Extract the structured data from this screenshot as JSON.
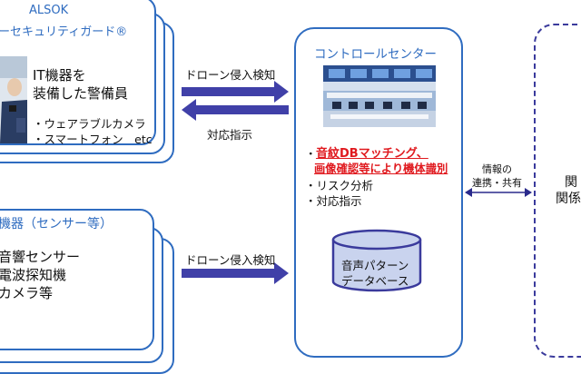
{
  "guard_box": {
    "title_line1": "ALSOK",
    "title_line2": "ーセキュリティガード®",
    "heading_line1": "IT機器を",
    "heading_line2": "装備した警備員",
    "items": [
      "・ウェアラブルカメラ",
      "・スマートフォン　etc"
    ]
  },
  "sensor_box": {
    "title": "機器（センサー等）",
    "items": [
      "音響センサー",
      "電波探知機",
      "カメラ等"
    ]
  },
  "arrows": {
    "guard_to_center": "ドローン侵入検知",
    "center_to_guard": "対応指示",
    "sensor_to_center": "ドローン侵入検知",
    "center_to_related_line1": "情報の",
    "center_to_related_line2": "連携・共有"
  },
  "control_center": {
    "title": "コントロールセンター",
    "highlight_line1": "音紋DBマッチング、",
    "highlight_line2": "画像確認等により機体識別",
    "bullet_prefix": "・",
    "items": [
      "・リスク分析",
      "・対応指示"
    ],
    "database_line1": "音声パターン",
    "database_line2": "データベース"
  },
  "related_box": {
    "line1": "関",
    "line2": "関係"
  },
  "colors": {
    "card_border": "#2f6cc0",
    "arrow_fill": "#4040a8",
    "highlight": "#e0191e",
    "dashed_border": "#3a3a9c",
    "db_fill": "#c9d3ee",
    "db_border": "#3a3a9c"
  }
}
